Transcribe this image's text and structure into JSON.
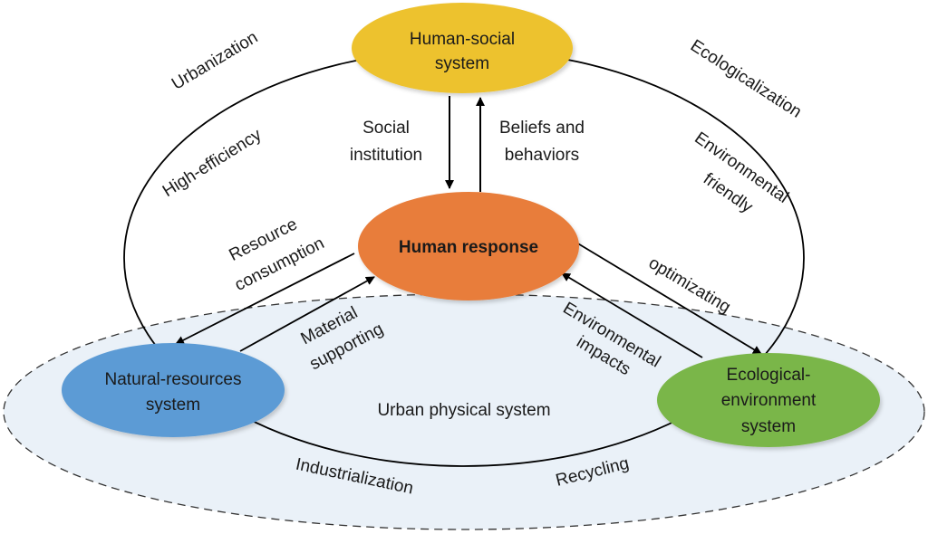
{
  "nodes": {
    "human_social": {
      "line1": "Human-social",
      "line2": "system",
      "color": "#EDC22E"
    },
    "human_response": {
      "label": "Human response",
      "color": "#E87D3A"
    },
    "natural_resources": {
      "line1": "Natural-resources",
      "line2": "system",
      "color": "#5B9BD5"
    },
    "ecological_environment": {
      "line1": "Ecological-",
      "line2": "environment",
      "line3": "system",
      "color": "#7AB648"
    }
  },
  "regions": {
    "urban_physical": {
      "label": "Urban physical system",
      "color": "#EAF1F8"
    }
  },
  "arcs": {
    "urbanization": "Urbanization",
    "ecologicalization": "Ecologicalization",
    "industrialization": "Industrialization",
    "recycling": "Recycling"
  },
  "inner_labels": {
    "high_efficiency": "High-efficiency",
    "env_friendly_1": "Environmental",
    "env_friendly_2": "friendly"
  },
  "edges": {
    "social_institution": {
      "line1": "Social",
      "line2": "institution"
    },
    "beliefs_behaviors": {
      "line1": "Beliefs and",
      "line2": "behaviors"
    },
    "resource_consumption": {
      "line1": "Resource",
      "line2": "consumption"
    },
    "material_supporting": {
      "line1": "Material",
      "line2": "supporting"
    },
    "optimizating": {
      "label": "optimizating"
    },
    "environmental_impacts": {
      "line1": "Environmental",
      "line2": "impacts"
    }
  }
}
